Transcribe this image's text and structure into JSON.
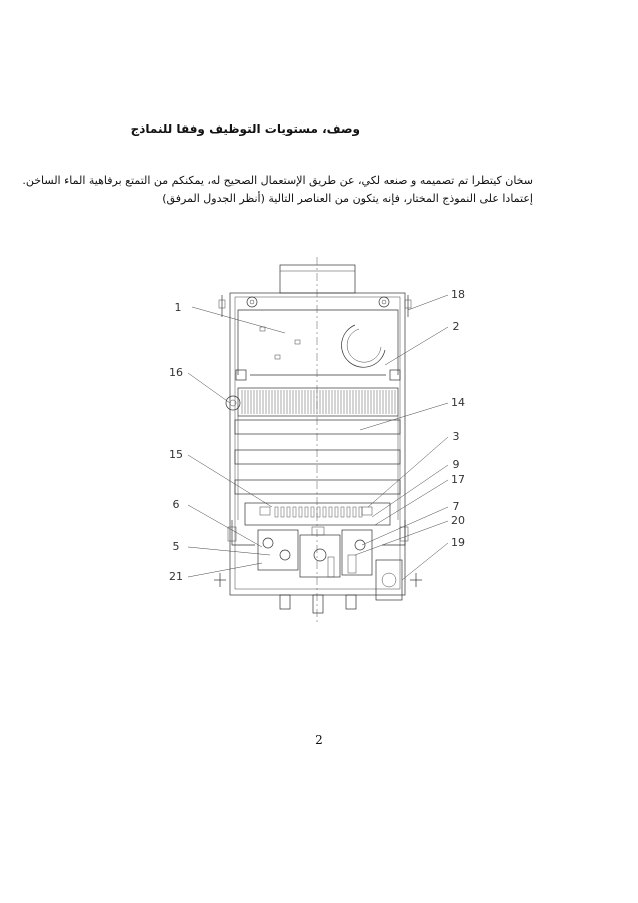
{
  "heading": "وصف، مستويات التوظيف وفقا للنماذج",
  "paragraph": {
    "line1": "سخان كيتطرا تم تصميمه و صنعه لكي، عن طريق الإستعمال الصحيح له، يمكنكم من التمتع برفاهية الماء الساخن.",
    "line2": "إعتمادا على النموذج المختار، فإنه يتكون من العناصر التالية (أنظر الجدول المرفق)"
  },
  "diagram": {
    "left_labels": [
      "1",
      "16",
      "15",
      "6",
      "5",
      "21"
    ],
    "right_labels": [
      "18",
      "2",
      "14",
      "3",
      "9",
      "17",
      "7",
      "20",
      "19"
    ]
  },
  "page_number": "2"
}
